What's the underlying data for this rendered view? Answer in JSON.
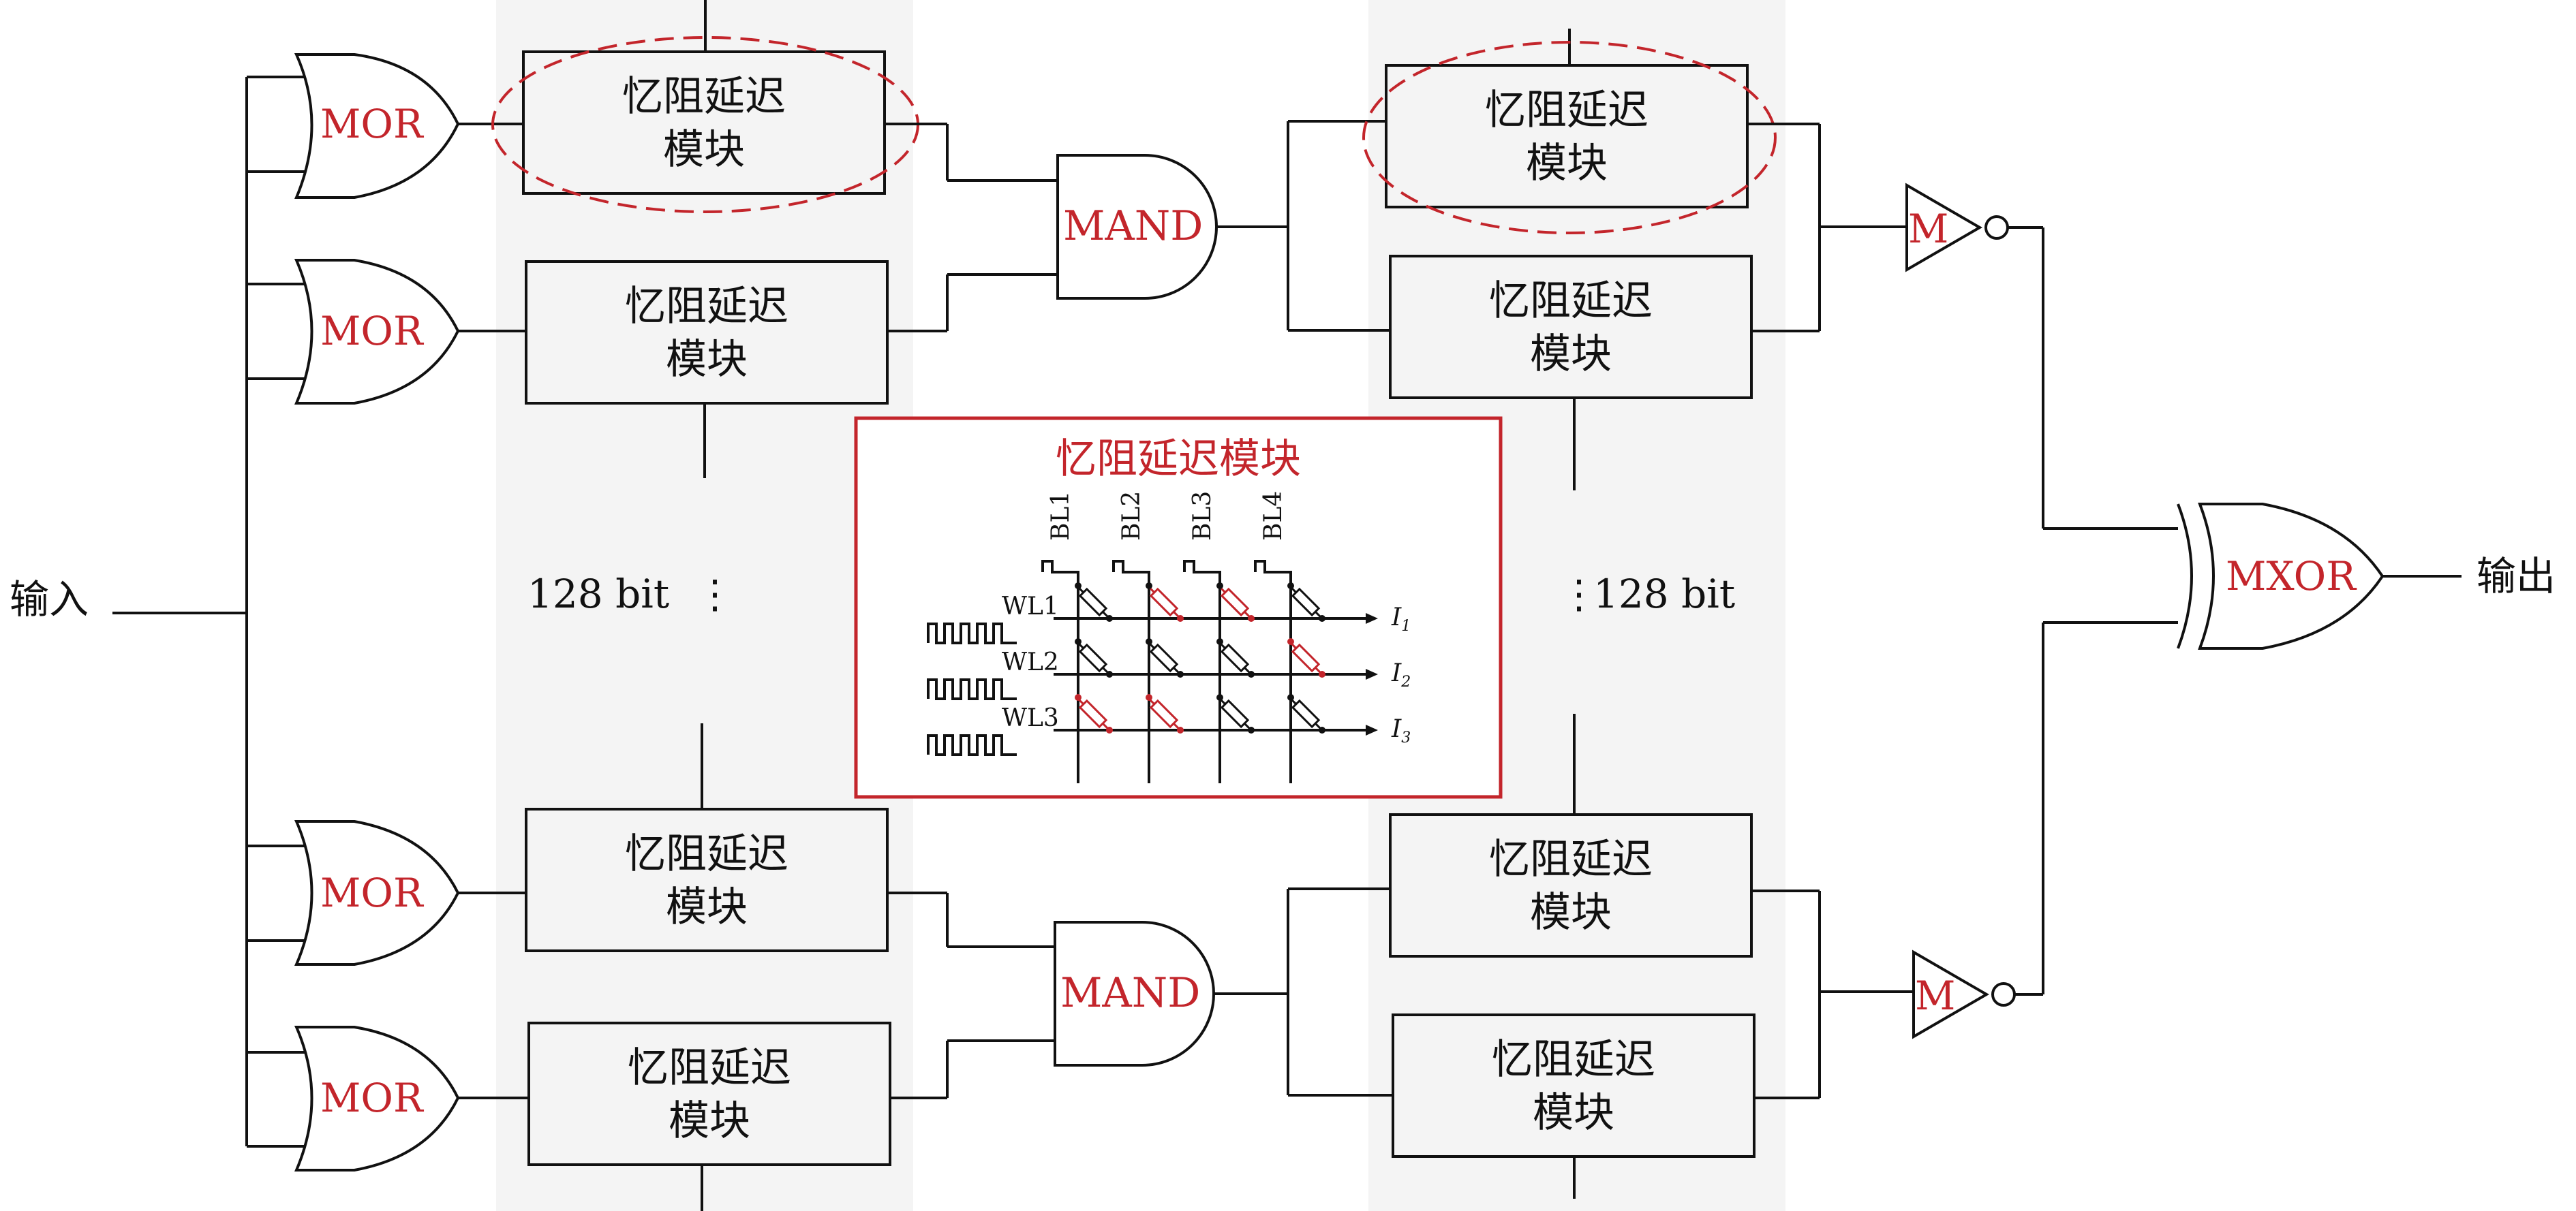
{
  "input_label": "输入",
  "output_label": "输出",
  "or_label": "MOR",
  "and_label": "MAND",
  "not_label": "M",
  "xor_label": "MXOR",
  "delay_module_line1": "忆阻延迟",
  "delay_module_line2": "模块",
  "bits_left": "128 bit",
  "bits_right": "128 bit",
  "ellipsis": "⋮",
  "inset": {
    "title": "忆阻延迟模块",
    "bitlines": [
      "BL1",
      "BL2",
      "BL3",
      "BL4"
    ],
    "wordlines": [
      "WL1",
      "WL2",
      "WL3"
    ],
    "currents": [
      {
        "symbol": "I",
        "sub": "1"
      },
      {
        "symbol": "I",
        "sub": "2"
      },
      {
        "symbol": "I",
        "sub": "3"
      }
    ]
  },
  "colors": {
    "accent_red": "#c3252b",
    "column_shade": "#f4f4f4",
    "line": "#111111"
  }
}
